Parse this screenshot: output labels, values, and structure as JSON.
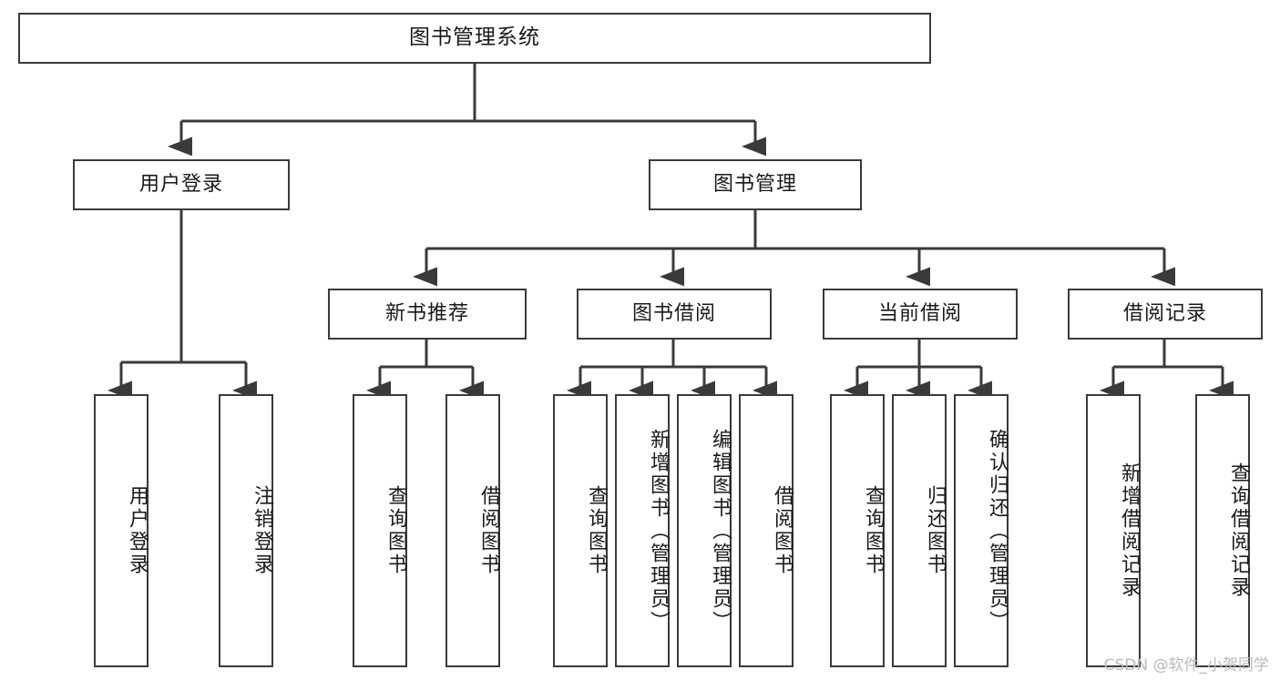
{
  "diagram": {
    "title": "图书管理系统",
    "watermark": "CSDN @软件_小贺同学",
    "colors": {
      "stroke": "#3a3a3a",
      "box_fill": "#ffffff",
      "text": "#1a1a1a",
      "background": "#ffffff",
      "watermark": "#b9b9b9"
    },
    "root": {
      "label": "图书管理系统"
    },
    "level2": [
      {
        "label": "用户登录"
      },
      {
        "label": "图书管理"
      }
    ],
    "level3": [
      {
        "label": "新书推荐"
      },
      {
        "label": "图书借阅"
      },
      {
        "label": "当前借阅"
      },
      {
        "label": "借阅记录"
      }
    ],
    "leaves": {
      "user_login": [
        {
          "label": "用户登录"
        },
        {
          "label": "注销登录"
        }
      ],
      "new_book": [
        {
          "label": "查询图书"
        },
        {
          "label": "借阅图书"
        }
      ],
      "book_borrow": [
        {
          "label": "查询图书"
        },
        {
          "label": "新增图书（管理员）"
        },
        {
          "label": "编辑图书（管理员）"
        },
        {
          "label": "借阅图书"
        }
      ],
      "current_borrow": [
        {
          "label": "查询图书"
        },
        {
          "label": "归还图书"
        },
        {
          "label": "确认归还（管理员）"
        }
      ],
      "borrow_record": [
        {
          "label": "新增借阅记录"
        },
        {
          "label": "查询借阅记录"
        }
      ]
    }
  }
}
